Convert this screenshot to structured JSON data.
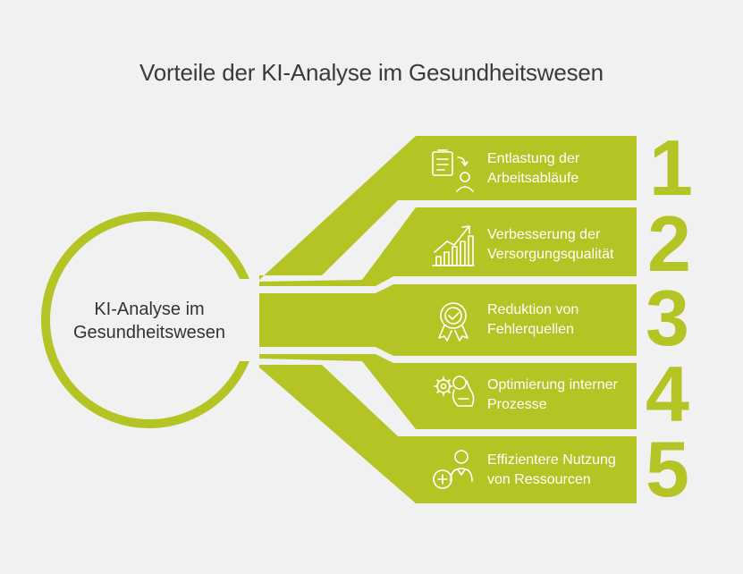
{
  "title": "Vorteile der KI-Analyse im Gesundheitswesen",
  "center": {
    "line1": "KI-Analyse im",
    "line2": "Gesundheitswesen"
  },
  "items": [
    {
      "number": "1",
      "line1": "Entlastung der",
      "line2": "Arbeitsabläufe",
      "icon": "workflow-clipboard-icon"
    },
    {
      "number": "2",
      "line1": "Verbesserung der",
      "line2": "Versorgungsqualität",
      "icon": "growth-chart-icon"
    },
    {
      "number": "3",
      "line1": "Reduktion von",
      "line2": "Fehlerquellen",
      "icon": "quality-badge-icon"
    },
    {
      "number": "4",
      "line1": "Optimierung interner",
      "line2": "Prozesse",
      "icon": "gear-hand-icon"
    },
    {
      "number": "5",
      "line1": "Effizientere Nutzung",
      "line2": "von Ressourcen",
      "icon": "medical-staff-icon"
    }
  ],
  "colors": {
    "accent": "#b5c425",
    "background": "#f1f1f1",
    "text_dark": "#333333",
    "text_light": "#ffffff"
  }
}
